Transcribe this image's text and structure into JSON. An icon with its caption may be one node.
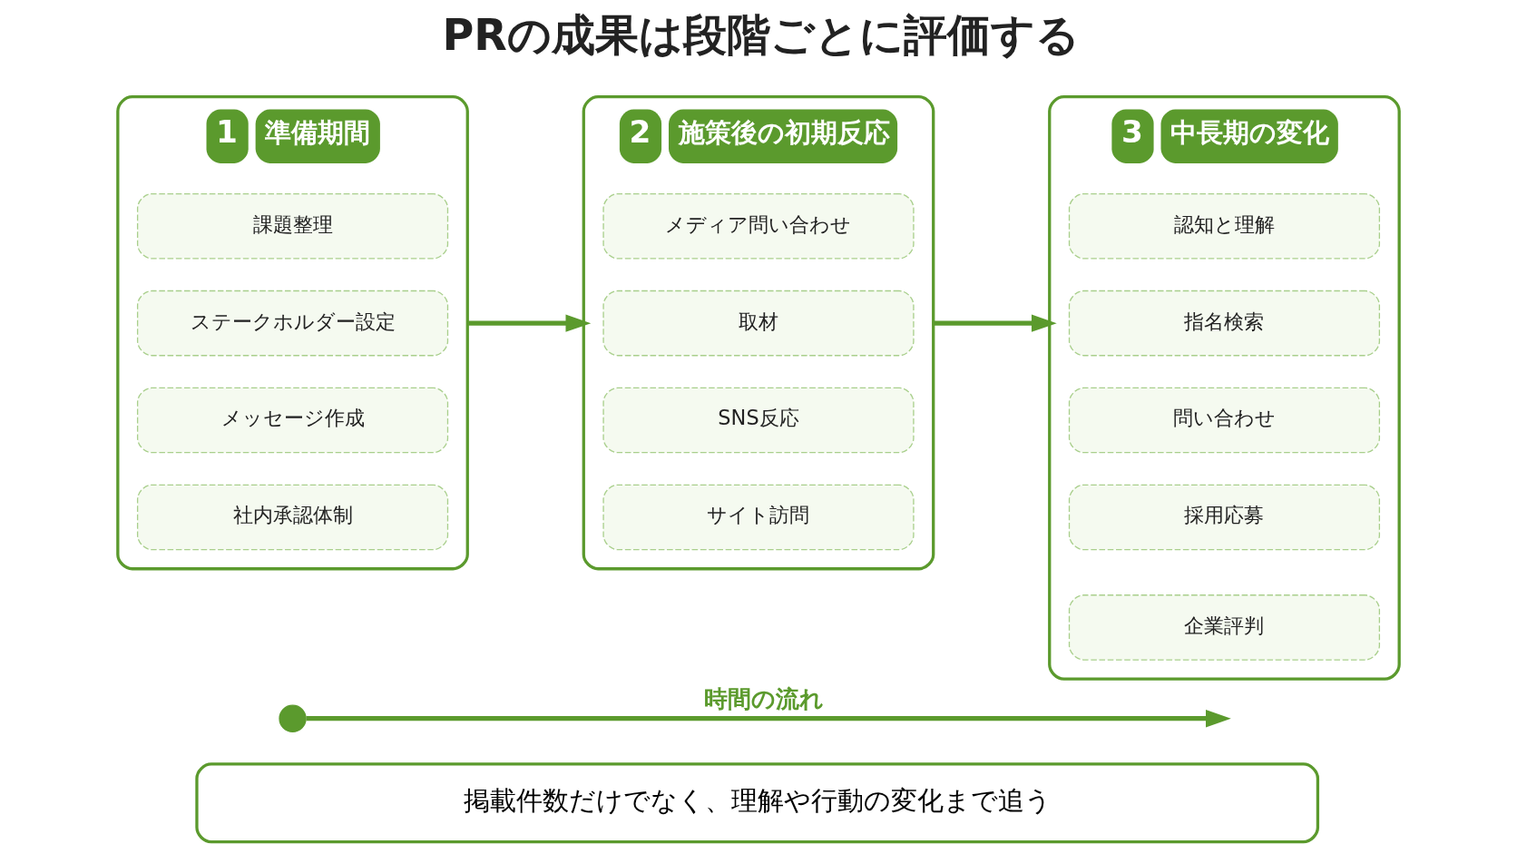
{
  "diagram": {
    "title": "PRの成果は段階ごとに評価する",
    "nodes": [
      {
        "text": [
          "1",
          "準備期間"
        ]
      },
      {
        "text": [
          "課題整理"
        ],
        "in": 0
      },
      {
        "text": [
          "ステークホルダー設定"
        ],
        "in": 0
      },
      {
        "text": [
          "メッセージ作成"
        ],
        "in": 0
      },
      {
        "text": [
          "社内承認体制"
        ],
        "in": 0
      },
      {
        "text": [
          "2",
          "施策後の初期反応"
        ]
      },
      {
        "text": [
          "メディア問い合わせ"
        ],
        "in": 5
      },
      {
        "text": [
          "取材"
        ],
        "in": 5
      },
      {
        "text": [
          "SNS反応"
        ],
        "in": 5
      },
      {
        "text": [
          "サイト訪問"
        ],
        "in": 5
      },
      {
        "text": [
          "3",
          "中長期の変化"
        ]
      },
      {
        "text": [
          "認知と理解"
        ],
        "in": 10
      },
      {
        "text": [
          "指名検索"
        ],
        "in": 10
      },
      {
        "text": [
          "問い合わせ"
        ],
        "in": 10
      },
      {
        "text": [
          "採用応募"
        ],
        "in": 10
      },
      {
        "text": [
          "企業評判"
        ],
        "in": 10
      },
      {
        "text": [],
        "shape": "circle"
      },
      {
        "text": [
          "掲載件数だけでなく、理解や行動の変化まで追う"
        ]
      }
    ],
    "edges": [
      {
        "from": 0,
        "to": 5,
        "arrow": "to"
      },
      {
        "from": 5,
        "to": 10,
        "arrow": "to"
      },
      {
        "from": 16,
        "to": null,
        "arrow": "to",
        "label": "時間の流れ"
      }
    ]
  }
}
